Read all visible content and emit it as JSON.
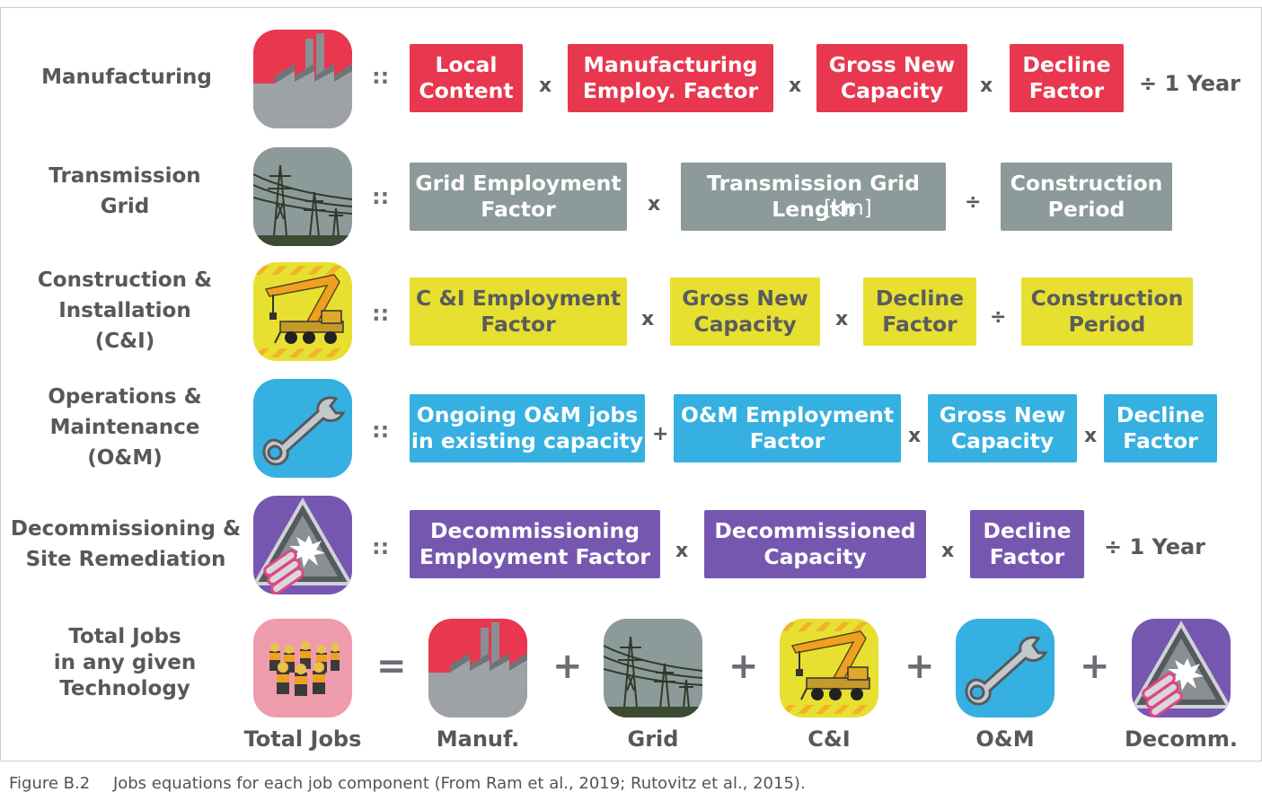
{
  "rows": {
    "manufacturing": {
      "label": "Manufacturing",
      "sep": "::",
      "terms": [
        "Local\nContent",
        "Manufacturing\nEmploy. Factor",
        "Gross New\nCapacity",
        "Decline\nFactor"
      ],
      "ops": [
        "x",
        "x",
        "x"
      ],
      "suffix": "÷ 1 Year"
    },
    "grid": {
      "label": "Transmission\nGrid",
      "sep": "::",
      "terms": [
        "Grid Employment\nFactor",
        "Transmission Grid\nLength",
        "Construction\nPeriod"
      ],
      "unit": "[km]",
      "ops": [
        "x",
        "÷"
      ]
    },
    "ci": {
      "label": "Construction &\nInstallation\n(C&I)",
      "sep": "::",
      "terms": [
        "C &I Employment\nFactor",
        "Gross New\nCapacity",
        "Decline\nFactor",
        "Construction\nPeriod"
      ],
      "ops": [
        "x",
        "x",
        "÷"
      ]
    },
    "om": {
      "label": "Operations &\nMaintenance\n(O&M)",
      "sep": "::",
      "terms": [
        "Ongoing O&M jobs\nin existing capacity",
        "O&M Employment\nFactor",
        "Gross New\nCapacity",
        "Decline\nFactor"
      ],
      "ops": [
        "+",
        "x",
        "x"
      ]
    },
    "decomm": {
      "label": "Decommissioning &\nSite Remediation",
      "sep": "::",
      "terms": [
        "Decommissioning\nEmployment Factor",
        "Decommissioned\nCapacity",
        "Decline\nFactor"
      ],
      "ops": [
        "x",
        "x"
      ],
      "suffix": "÷ 1 Year"
    }
  },
  "total": {
    "label": "Total Jobs\nin any given\nTechnology",
    "equals": "=",
    "plus": "+",
    "captions": [
      "Total Jobs",
      "Manuf.",
      "Grid",
      "C&I",
      "O&M",
      "Decomm."
    ]
  },
  "caption": {
    "figure": "Figure B.2",
    "text": "Jobs equations for each job component (From Ram et al., 2019; Rutovitz et al., 2015)."
  },
  "colors": {
    "red": "#e8374f",
    "grey": "#8c9a9a",
    "yellow": "#e7e030",
    "blue": "#35b0e1",
    "purple": "#7657b0",
    "pink": "#ee9cab"
  },
  "icons": [
    "factory-icon",
    "power-lines-icon",
    "crane-icon",
    "wrench-icon",
    "explosion-warning-icon",
    "workers-icon"
  ]
}
